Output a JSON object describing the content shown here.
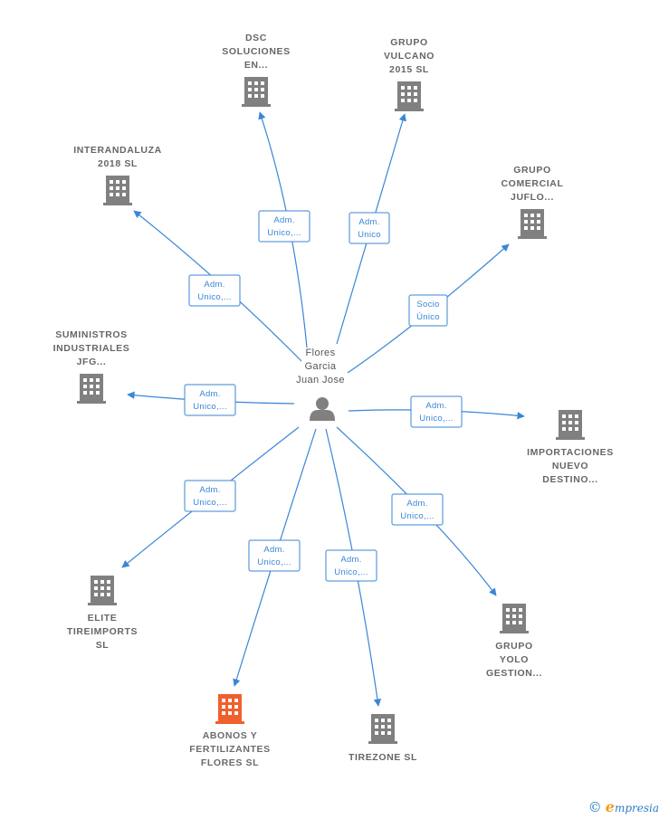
{
  "center": {
    "lines": [
      "Flores",
      "Garcia",
      "Juan Jose"
    ],
    "icon": "person-icon"
  },
  "companies": [
    {
      "id": "dsc",
      "lines": [
        "DSC",
        "SOLUCIONES",
        "EN..."
      ],
      "icon": "building-icon",
      "relation": [
        "Adm.",
        "Unico,..."
      ]
    },
    {
      "id": "vulcano",
      "lines": [
        "GRUPO",
        "VULCANO",
        "2015  SL"
      ],
      "icon": "building-icon",
      "relation": [
        "Adm.",
        "Unico"
      ]
    },
    {
      "id": "interandaluza",
      "lines": [
        "INTERANDALUZA",
        "2018  SL"
      ],
      "icon": "building-icon",
      "relation": [
        "Adm.",
        "Unico,..."
      ]
    },
    {
      "id": "juflo",
      "lines": [
        "GRUPO",
        "COMERCIAL",
        "JUFLO..."
      ],
      "icon": "building-icon",
      "relation": [
        "Socio",
        "Único"
      ]
    },
    {
      "id": "suministros",
      "lines": [
        "SUMINISTROS",
        "INDUSTRIALES",
        "JFG..."
      ],
      "icon": "building-icon",
      "relation": [
        "Adm.",
        "Unico,..."
      ]
    },
    {
      "id": "importaciones",
      "lines": [
        "IMPORTACIONES",
        "NUEVO",
        "DESTINO..."
      ],
      "icon": "building-icon",
      "relation": [
        "Adm.",
        "Unico,..."
      ]
    },
    {
      "id": "elite",
      "lines": [
        "ELITE",
        "TIREIMPORTS",
        "SL"
      ],
      "icon": "building-icon",
      "relation": [
        "Adm.",
        "Unico,..."
      ]
    },
    {
      "id": "yolo",
      "lines": [
        "GRUPO",
        "YOLO",
        "GESTION..."
      ],
      "icon": "building-icon",
      "relation": [
        "Adm.",
        "Unico,..."
      ]
    },
    {
      "id": "abonos",
      "lines": [
        "ABONOS Y",
        "FERTILIZANTES",
        "FLORES  SL"
      ],
      "icon": "building-icon",
      "highlight": true,
      "relation": [
        "Adm.",
        "Unico,..."
      ]
    },
    {
      "id": "tirezone",
      "lines": [
        "TIREZONE  SL"
      ],
      "icon": "building-icon",
      "relation": [
        "Adm.",
        "Unico,..."
      ]
    }
  ],
  "colors": {
    "edge": "#3a86d6",
    "building": "#808080",
    "highlight": "#f0602e",
    "person": "#808080"
  },
  "footer": {
    "copyright": "©",
    "brand_initial": "e",
    "brand_rest": "mpresia"
  }
}
